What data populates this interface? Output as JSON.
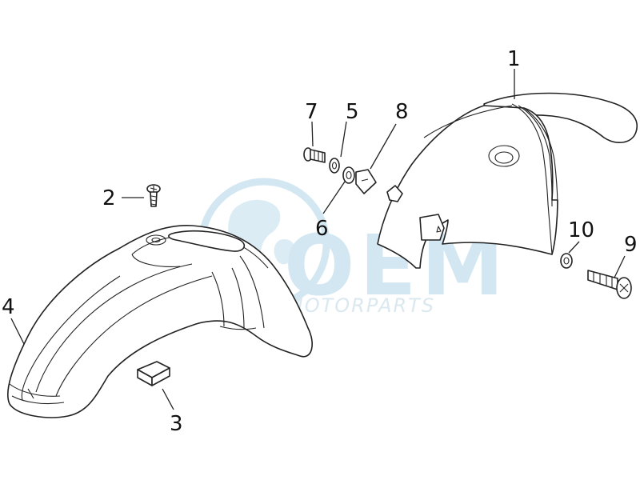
{
  "watermark": {
    "brand": "OEM",
    "subtitle": "MOTORPARTS",
    "color": "#cfe5f1"
  },
  "callouts": [
    {
      "id": "1",
      "label": "1"
    },
    {
      "id": "2",
      "label": "2"
    },
    {
      "id": "3",
      "label": "3"
    },
    {
      "id": "4",
      "label": "4"
    },
    {
      "id": "5",
      "label": "5"
    },
    {
      "id": "6",
      "label": "6"
    },
    {
      "id": "7",
      "label": "7"
    },
    {
      "id": "8",
      "label": "8"
    },
    {
      "id": "9",
      "label": "9"
    },
    {
      "id": "10",
      "label": "10"
    }
  ]
}
